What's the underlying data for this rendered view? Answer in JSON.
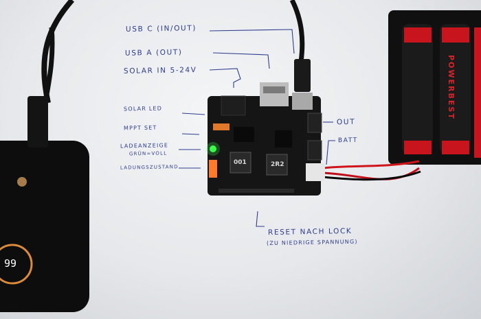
{
  "annotations": {
    "usb_c": "USB C (IN/OUT)",
    "usb_a": "USB A (OUT)",
    "solar_in": "SOLAR IN 5-24V",
    "solar_led": "SOLAR LED",
    "mppt_set": "MPPT SET",
    "charge_indicator": "LADEANZEIGE",
    "charge_indicator_sub": "GRÜN=VOLL",
    "charge_state": "LADUNGSZUSTAND",
    "out": "OUT",
    "batt": "BATT",
    "reset_line1": "RESET NACH LOCK",
    "reset_line2": "(ZU NIEDRIGE SPANNUNG)"
  },
  "board": {
    "inductor_1": "001",
    "inductor_2": "2R2"
  },
  "power_bank": {
    "display_value": "99"
  },
  "battery": {
    "label": "POWERBEST"
  },
  "colors": {
    "paper": "#e9ebee",
    "ink": "#2f3c8c",
    "pcb": "#151515",
    "battery_red": "#c8141c",
    "led_green": "#3cff4a",
    "led_orange": "#ff7a2a"
  }
}
